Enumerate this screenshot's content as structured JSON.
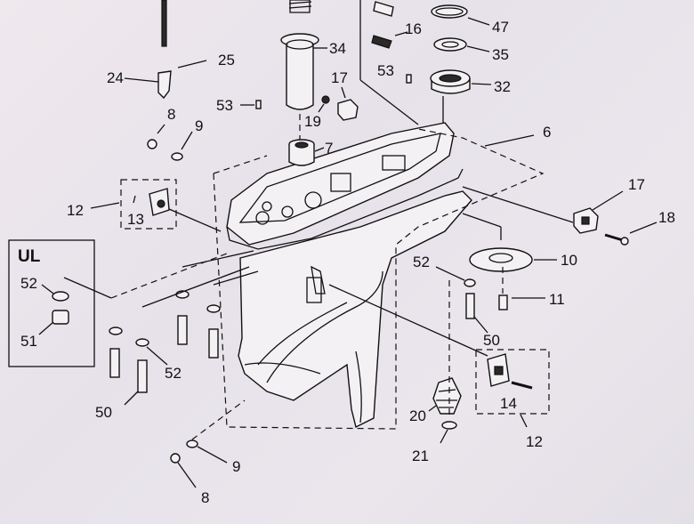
{
  "callouts": {
    "c25": "25",
    "c24": "24",
    "c8a": "8",
    "c9a": "9",
    "c53a": "53",
    "c34": "34",
    "c19": "19",
    "c7": "7",
    "c17a": "17",
    "c53b": "53",
    "c16": "16",
    "c47": "47",
    "c35": "35",
    "c32": "32",
    "c6": "6",
    "c12a": "12",
    "c13": "13",
    "c17b": "17",
    "c18": "18",
    "c10": "10",
    "c52a": "52",
    "c11": "11",
    "c50a": "50",
    "c52b": "52",
    "c51": "51",
    "c52c": "52",
    "c50b": "50",
    "c14": "14",
    "c12b": "12",
    "c20": "20",
    "c21": "21",
    "c9b": "9",
    "c8b": "8"
  },
  "inset": {
    "title": "UL"
  }
}
